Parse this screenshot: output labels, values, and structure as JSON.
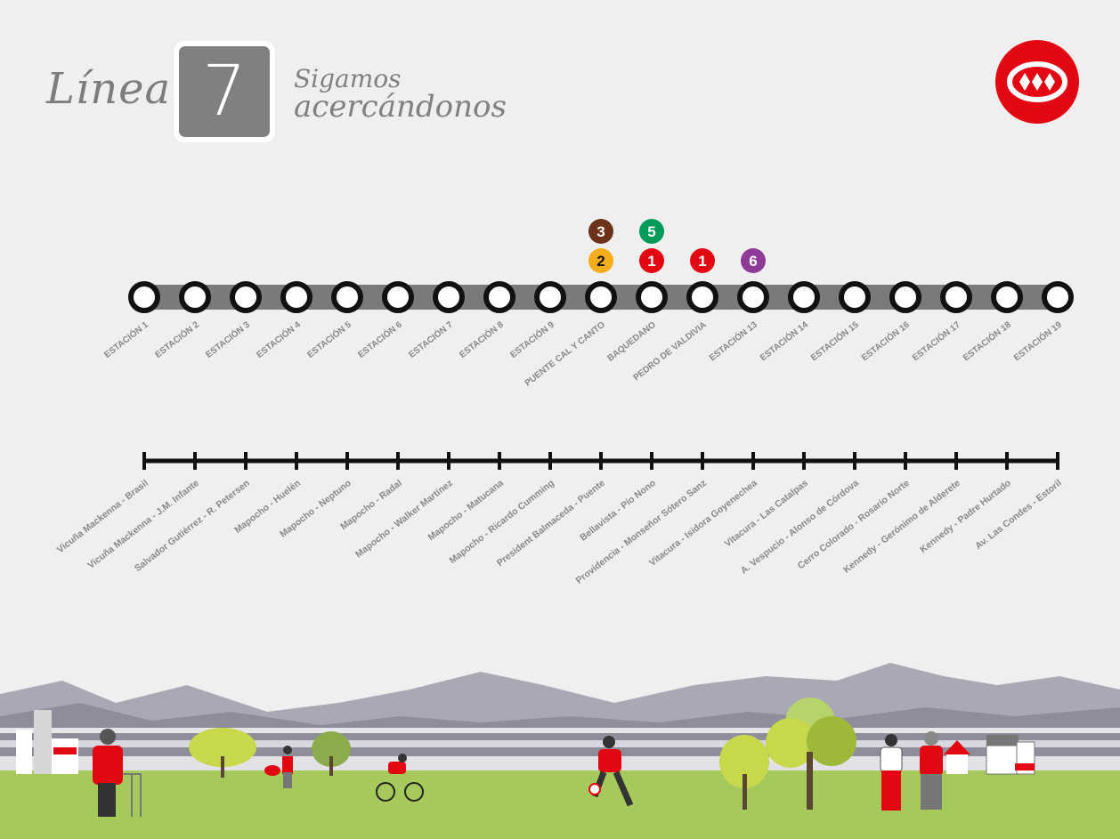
{
  "header": {
    "line_word": "Línea",
    "line_number": "7",
    "tagline_1": "Sigamos",
    "tagline_2": "acercándonos"
  },
  "logo": {
    "icon": "metro-logo-icon",
    "color": "#e30613"
  },
  "colors": {
    "line_bar": "#7a7a7a",
    "station_stroke": "#111111",
    "station_fill": "#ffffff",
    "line_1": "#e30613",
    "line_2": "#f6ad1c",
    "line_3": "#6b3219",
    "line_5": "#009b58",
    "line_6": "#8e3a96"
  },
  "stations": [
    {
      "name": "ESTACIÓN 1",
      "connections": []
    },
    {
      "name": "ESTACIÓN 2",
      "connections": []
    },
    {
      "name": "ESTACIÓN 3",
      "connections": []
    },
    {
      "name": "ESTACIÓN 4",
      "connections": []
    },
    {
      "name": "ESTACIÓN 5",
      "connections": []
    },
    {
      "name": "ESTACIÓN 6",
      "connections": []
    },
    {
      "name": "ESTACIÓN 7",
      "connections": []
    },
    {
      "name": "ESTACIÓN 8",
      "connections": []
    },
    {
      "name": "ESTACIÓN 9",
      "connections": []
    },
    {
      "name": "PUENTE CAL Y CANTO",
      "connections": [
        {
          "line": "2",
          "color": "#f6ad1c",
          "text": "#111111"
        },
        {
          "line": "3",
          "color": "#6b3219",
          "text": "#ffffff"
        }
      ]
    },
    {
      "name": "BAQUEDANO",
      "connections": [
        {
          "line": "1",
          "color": "#e30613",
          "text": "#ffffff"
        },
        {
          "line": "5",
          "color": "#009b58",
          "text": "#ffffff"
        }
      ]
    },
    {
      "name": "PEDRO DE VALDIVIA",
      "connections": [
        {
          "line": "1",
          "color": "#e30613",
          "text": "#ffffff"
        }
      ]
    },
    {
      "name": "ESTACIÓN 13",
      "connections": [
        {
          "line": "6",
          "color": "#8e3a96",
          "text": "#ffffff"
        }
      ]
    },
    {
      "name": "ESTACIÓN 14",
      "connections": []
    },
    {
      "name": "ESTACIÓN 15",
      "connections": []
    },
    {
      "name": "ESTACIÓN 16",
      "connections": []
    },
    {
      "name": "ESTACIÓN 17",
      "connections": []
    },
    {
      "name": "ESTACIÓN 18",
      "connections": []
    },
    {
      "name": "ESTACIÓN 19",
      "connections": []
    }
  ],
  "streets": [
    "Vicuña Mackenna - Brasil",
    "Vicuña Mackenna - J.M. Infante",
    "Salvador Gutiérrez - R. Petersen",
    "Mapocho - Huelén",
    "Mapocho - Neptuno",
    "Mapocho - Radal",
    "Mapocho - Walker Martínez",
    "Mapocho - Matucana",
    "Mapocho - Ricardo Cumming",
    "President Balmaceda - Puente",
    "Bellavista - Pío Nono",
    "Providencia - Monseñor Sótero Sanz",
    "Vitacura - Isidora Goyenechea",
    "Vitacura - Las Catalpas",
    "A. Vespucio - Alonso de Córdova",
    "Cerro Colorado - Rosario Norte",
    "Kennedy - Gerónimo de Alderete",
    "Kennedy - Padre Hurtado",
    "Av. Las Condes - Estoril"
  ]
}
